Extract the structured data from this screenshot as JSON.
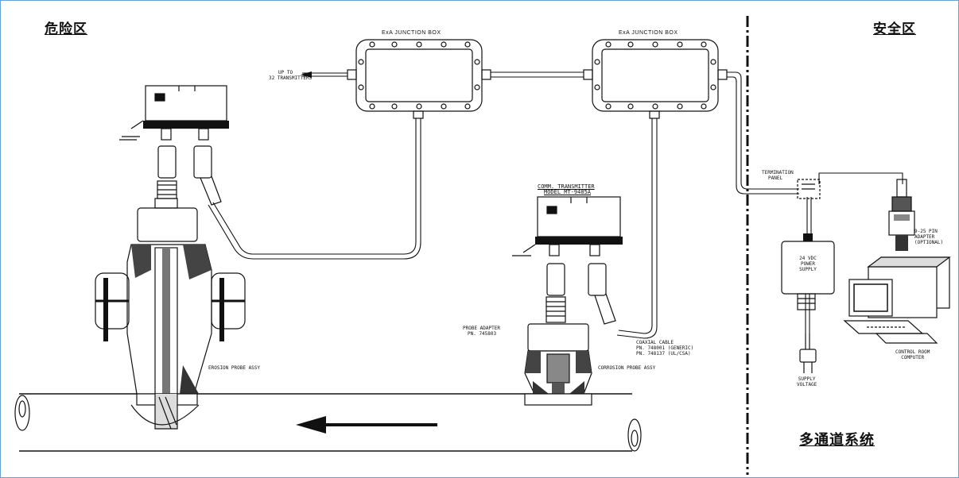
{
  "zones": {
    "hazardous": "危险区",
    "safe": "安全区",
    "multichannel": "多通道系统"
  },
  "junction_boxes": {
    "left_label": "ExA JUNCTION BOX",
    "right_label": "ExA JUNCTION BOX"
  },
  "labels": {
    "up_to_line1": "UP TO",
    "up_to_line2": "32 TRANSMITTERS",
    "comm_line1": "COMM. TRANSMITTER",
    "comm_line2": "MODEL MT-9485A",
    "termination_line1": "TERMINATION",
    "termination_line2": "PANEL",
    "din_line1": "9-25 PIN",
    "din_line2": "ADAPTER",
    "din_line3": "(OPTIONAL)",
    "power_line1": "24 VDC",
    "power_line2": "POWER",
    "power_line3": "SUPPLY",
    "probe_adapter_line1": "PROBE ADAPTER",
    "probe_adapter_line2": "PN. 745803",
    "erosion_probe": "EROSION PROBE ASSY",
    "corrosion_probe": "CORROSION PROBE ASSY",
    "coax_line1": "COAXIAL CABLE",
    "coax_line2": "PN. 748001 (GENERIC)",
    "coax_line3": "PN. 748137 (UL/CSA)",
    "control_line1": "CONTROL ROOM",
    "control_line2": "COMPUTER",
    "supply_line1": "SUPPLY",
    "supply_line2": "VOLTAGE"
  }
}
